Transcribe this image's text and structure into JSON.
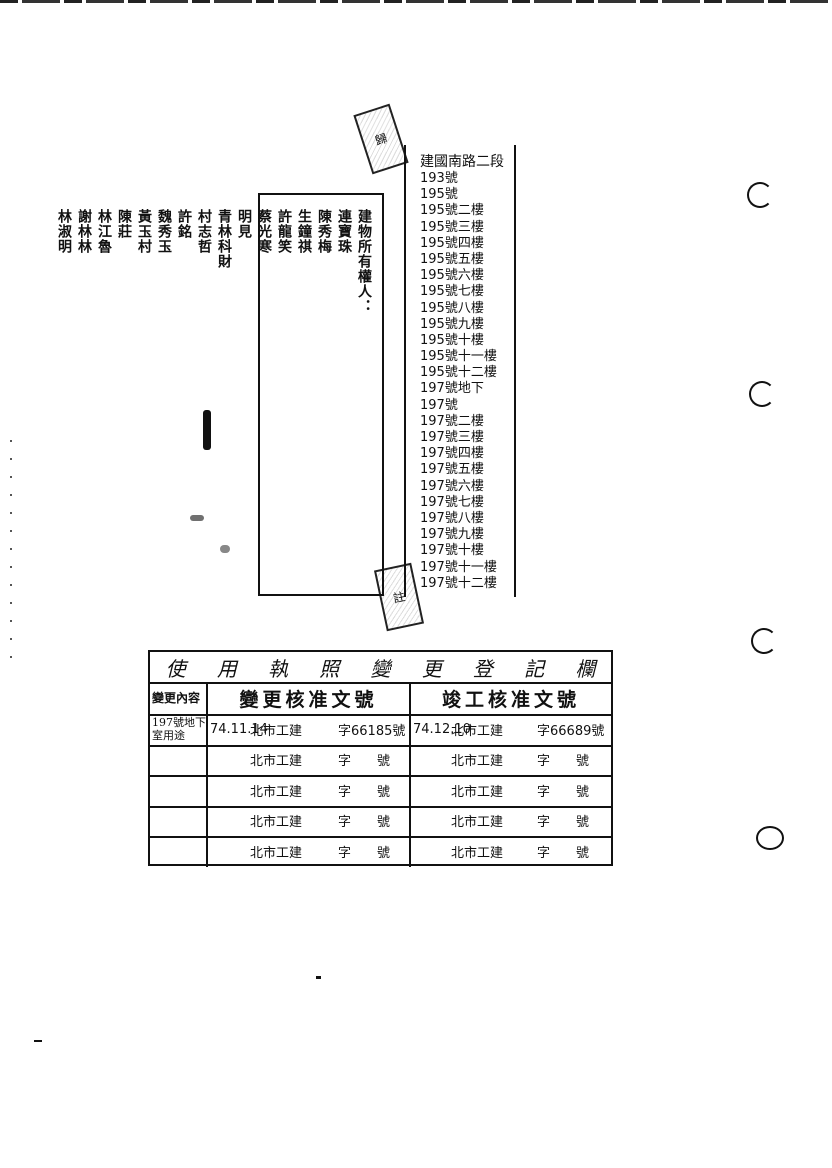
{
  "stamps": {
    "top": "歸",
    "bottom": "註"
  },
  "owners": {
    "columns": [
      "建物所有權人：",
      "連寶珠",
      "陳秀梅",
      "生鐘祺",
      "許龍笑",
      "蔡光寒",
      "明見",
      "青林科財",
      "村志哲",
      "許銘",
      "魏秀玉",
      "黃玉村",
      "陳莊",
      "林江魯",
      "謝林林",
      "林淑明"
    ]
  },
  "addresses": {
    "header": "建國南路二段",
    "items": [
      "193號",
      "195號",
      "195號二樓",
      "195號三樓",
      "195號四樓",
      "195號五樓",
      "195號六樓",
      "195號七樓",
      "195號八樓",
      "195號九樓",
      "195號十樓",
      "195號十一樓",
      "195號十二樓",
      "197號地下",
      "197號",
      "197號二樓",
      "197號三樓",
      "197號四樓",
      "197號五樓",
      "197號六樓",
      "197號七樓",
      "197號八樓",
      "197號九樓",
      "197號十樓",
      "197號十一樓",
      "197號十二樓"
    ]
  },
  "register": {
    "title": [
      "使",
      "用",
      "執",
      "照",
      "變",
      "更",
      "登",
      "記",
      "欄"
    ],
    "headers": {
      "content": "變更內容",
      "change": "變更核准文號",
      "completion": "竣工核准文號"
    },
    "rows": [
      {
        "content": "197號地下室用途",
        "change_date": "74.11.14",
        "change_office": "北市工建",
        "change_num": "字66185號",
        "comp_date": "74.12.10",
        "comp_office": "北市工建",
        "comp_num": "字66689號"
      },
      {
        "content": "",
        "change_date": "",
        "change_office": "北市工建",
        "change_num": "字　　號",
        "comp_date": "",
        "comp_office": "北市工建",
        "comp_num": "字　　號"
      },
      {
        "content": "",
        "change_date": "",
        "change_office": "北市工建",
        "change_num": "字　　號",
        "comp_date": "",
        "comp_office": "北市工建",
        "comp_num": "字　　號"
      },
      {
        "content": "",
        "change_date": "",
        "change_office": "北市工建",
        "change_num": "字　　號",
        "comp_date": "",
        "comp_office": "北市工建",
        "comp_num": "字　　號"
      },
      {
        "content": "",
        "change_date": "",
        "change_office": "北市工建",
        "change_num": "字　　號",
        "comp_date": "",
        "comp_office": "北市工建",
        "comp_num": "字　　號"
      }
    ]
  }
}
